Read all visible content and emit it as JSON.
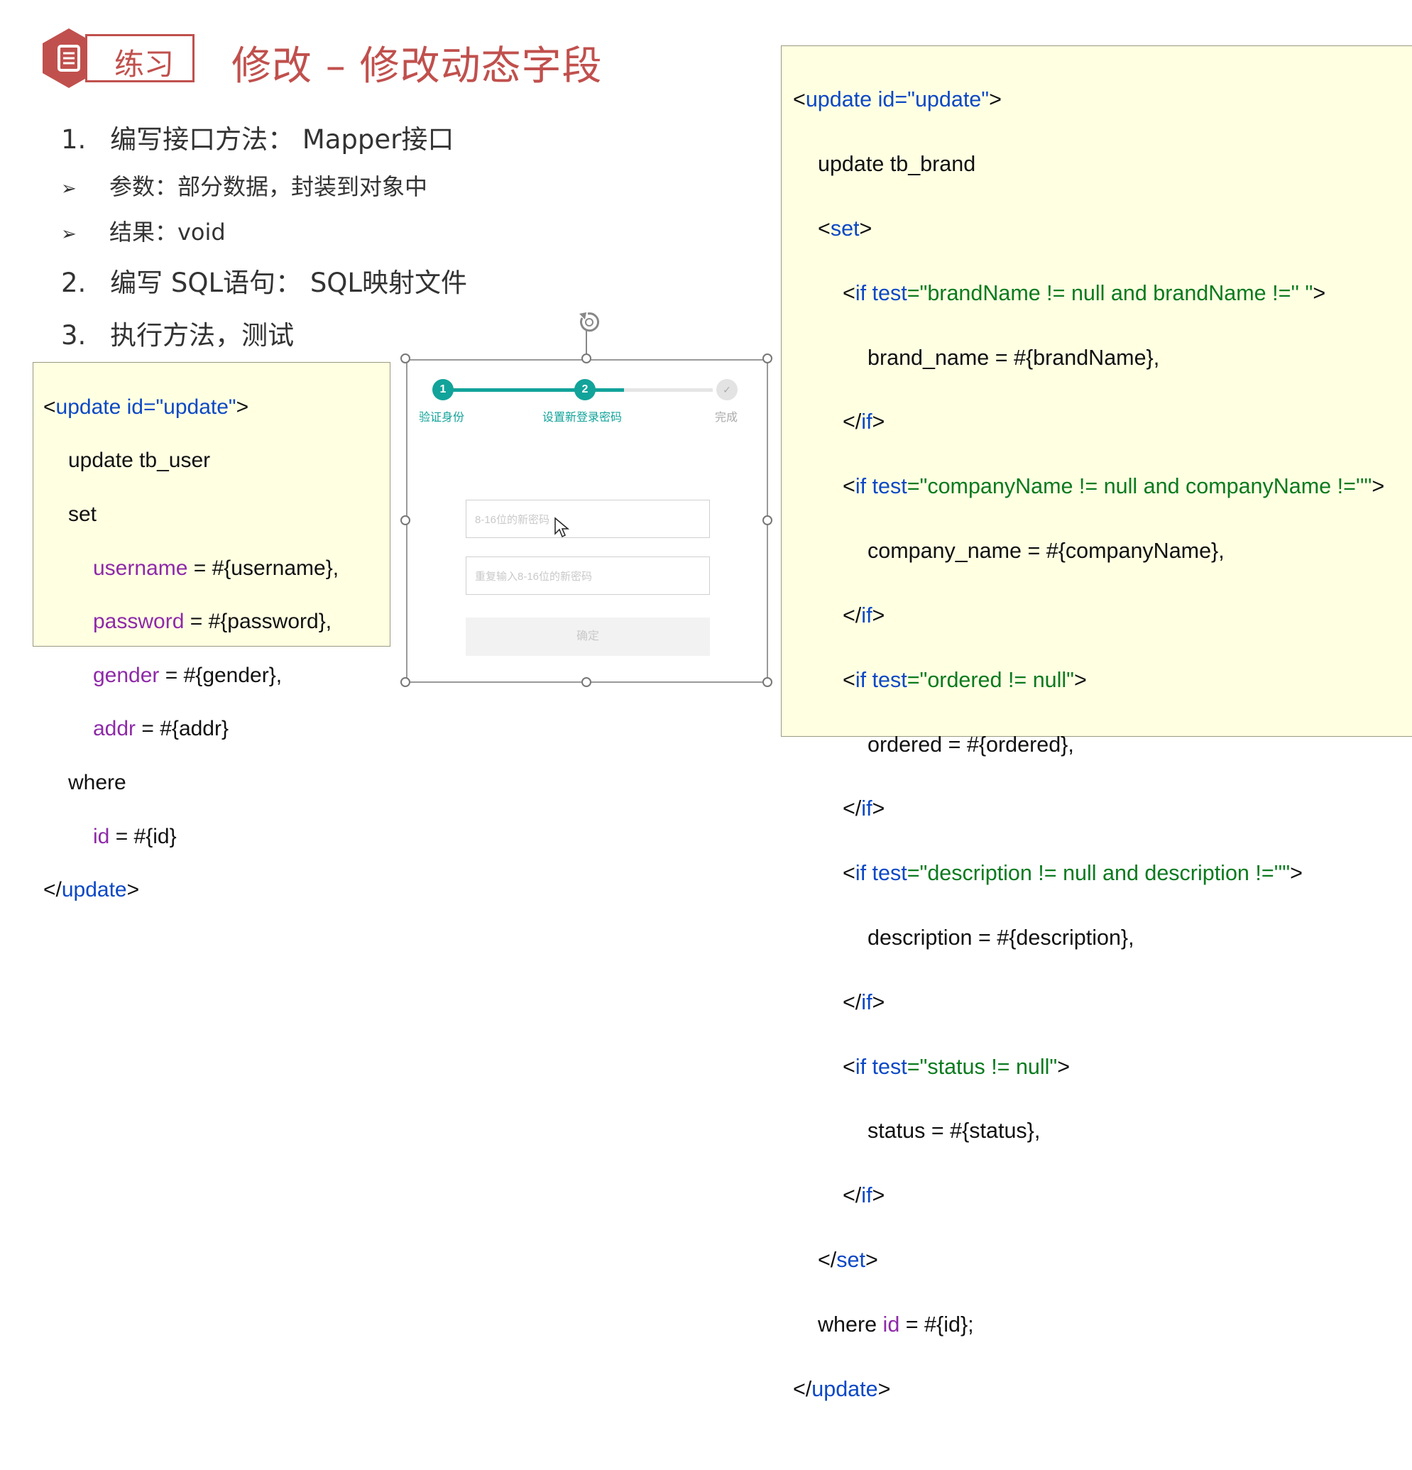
{
  "header": {
    "icon": "document-icon",
    "badge_label": "练习",
    "title": "修改 – 修改动态字段"
  },
  "steps": [
    {
      "num": "1.",
      "text": "编写接口方法： Mapper接口"
    },
    {
      "num": "2.",
      "text": "编写 SQL语句： SQL映射文件"
    },
    {
      "num": "3.",
      "text": "执行方法，测试"
    }
  ],
  "sub_bullets": [
    {
      "marker": "➢",
      "text": "参数：部分数据，封装到对象中"
    },
    {
      "marker": "➢",
      "text": "结果：void"
    }
  ],
  "left_code": {
    "l1a": "<",
    "l1b": "update",
    "l1c": " ",
    "l1d": "id",
    "l1e": "=\"update\"",
    "l1f": ">",
    "l2": "update tb_user",
    "l3": "set",
    "l4a": "username",
    "l4b": " = #{username},",
    "l5a": "password",
    "l5b": " = #{password},",
    "l6a": "gender",
    "l6b": " = #{gender},",
    "l7a": "addr",
    "l7b": " = #{addr}",
    "l8": "where",
    "l9a": "id",
    "l9b": " = #{id}",
    "l10a": "</",
    "l10b": "update",
    "l10c": ">"
  },
  "dialog": {
    "steps": [
      {
        "num": "1",
        "label": "验证身份"
      },
      {
        "num": "2",
        "label": "设置新登录密码"
      },
      {
        "num": "✓",
        "label": "完成"
      }
    ],
    "new_password_placeholder": "8-16位的新密码",
    "confirm_password_placeholder": "重复输入8-16位的新密码",
    "confirm_button": "确定",
    "progress": 0.67,
    "accent_color": "#12a39a"
  },
  "right_code": {
    "r1a": "<",
    "r1b": "update",
    "r1c": " id",
    "r1d": "=\"update\"",
    "r1e": ">",
    "r2": "update tb_brand",
    "r3a": "<",
    "r3b": "set",
    "r3c": ">",
    "r4a": "<",
    "r4b": "if",
    "r4c": " test",
    "r4d": "=\"brandName != null and brandName !='' \"",
    "r4e": ">",
    "r5": "brand_name = #{brandName},",
    "r6a": "</",
    "r6b": "if",
    "r6c": ">",
    "r7a": "<",
    "r7b": "if",
    "r7c": " test",
    "r7d": "=\"companyName != null and companyName !=''\"",
    "r7e": ">",
    "r8": "company_name = #{companyName},",
    "r9a": "</",
    "r9b": "if",
    "r9c": ">",
    "r10a": "<",
    "r10b": "if",
    "r10c": " test",
    "r10d": "=\"ordered != null\"",
    "r10e": ">",
    "r11": "ordered = #{ordered},",
    "r12a": "</",
    "r12b": "if",
    "r12c": ">",
    "r13a": "<",
    "r13b": "if",
    "r13c": " test",
    "r13d": "=\"description != null and description !=''\"",
    "r13e": ">",
    "r14": "description = #{description},",
    "r15a": "</",
    "r15b": "if",
    "r15c": ">",
    "r16a": "<",
    "r16b": "if",
    "r16c": " test",
    "r16d": "=\"status != null\"",
    "r16e": ">",
    "r17": "status = #{status},",
    "r18a": "</",
    "r18b": "if",
    "r18c": ">",
    "r19a": "</",
    "r19b": "set",
    "r19c": ">",
    "r20a": "where ",
    "r20b": "id",
    "r20c": " = #{id};",
    "r21a": "</",
    "r21b": "update",
    "r21c": ">"
  }
}
